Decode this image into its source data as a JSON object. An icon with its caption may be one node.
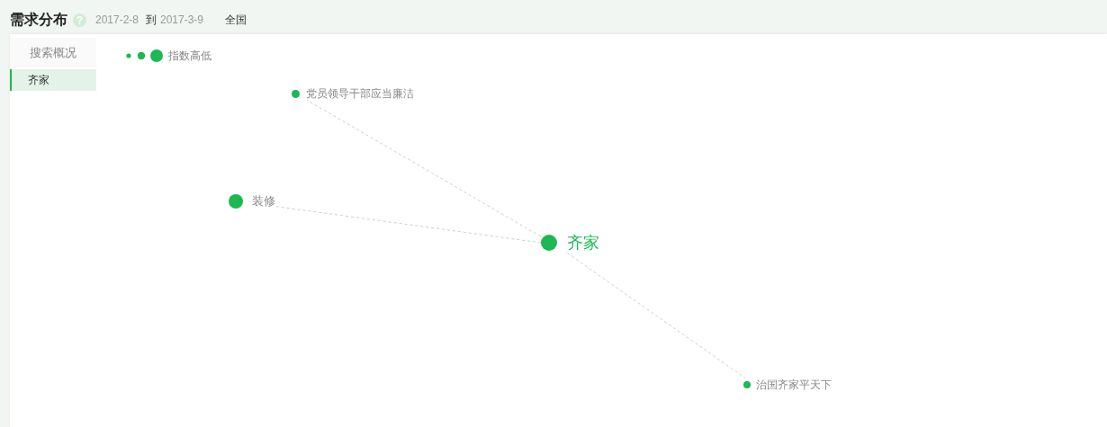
{
  "diagram": {
    "title": "需求分布",
    "nodes": [
      {
        "text": [
          "搜索概况"
        ]
      },
      {
        "text": [
          "齐家"
        ]
      },
      {
        "text": [
          "党员领导干部应当廉洁"
        ]
      },
      {
        "text": [
          "装修"
        ]
      },
      {
        "text": [
          "齐家"
        ]
      },
      {
        "text": [
          "治国齐家平天下"
        ]
      }
    ],
    "edges": [
      {
        "from": 4,
        "to": 2,
        "arrow": "none",
        "style": "dashed"
      },
      {
        "from": 4,
        "to": 3,
        "arrow": "none",
        "style": "dashed"
      },
      {
        "from": 4,
        "to": 5,
        "arrow": "none",
        "style": "dashed"
      }
    ],
    "labels": [
      "2017-2-8",
      "到",
      "2017-3-9",
      "全国"
    ],
    "legend": [
      {
        "text": "指数高低"
      }
    ]
  }
}
